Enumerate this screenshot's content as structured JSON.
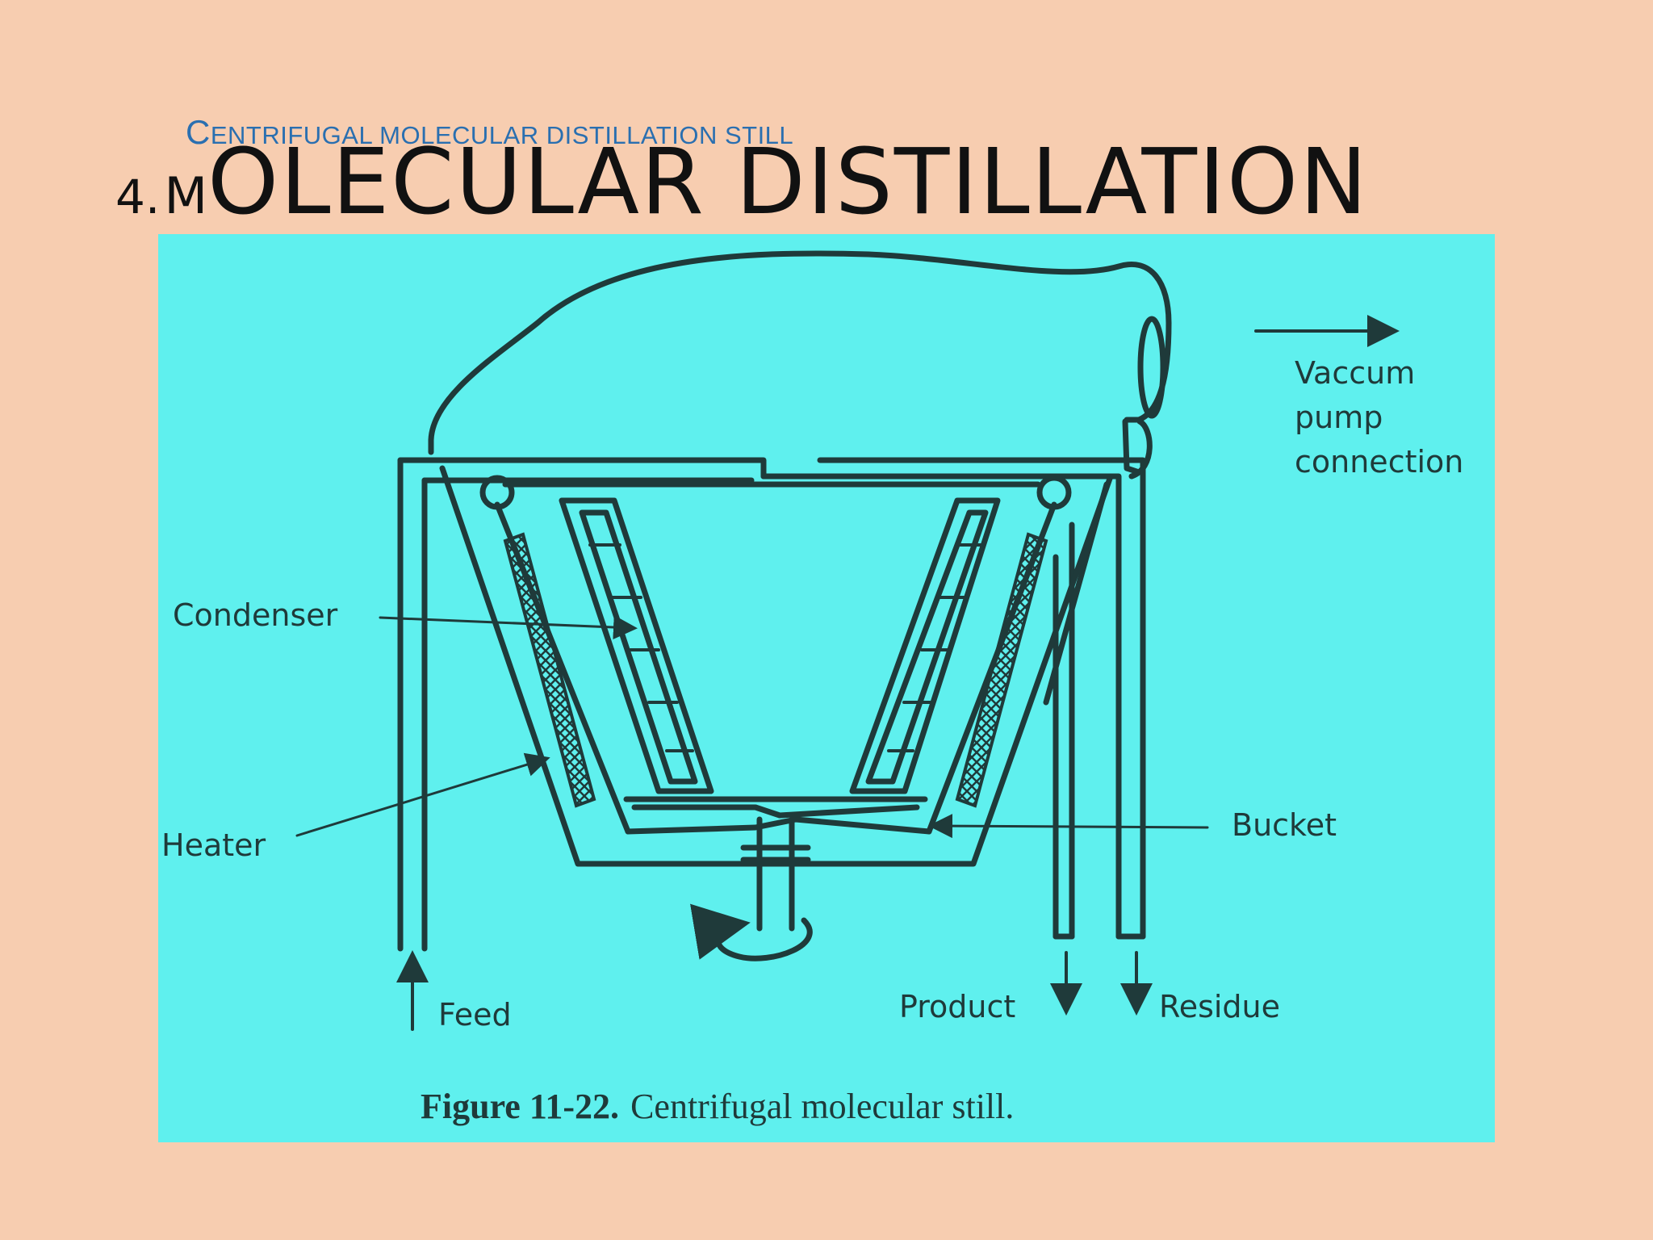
{
  "slide": {
    "subtitle_first": "C",
    "subtitle_rest": "ENTRIFUGAL MOLECULAR DISTILLATION STILL",
    "title_number": "4.",
    "title_small": "M",
    "title_big": "OLECULAR DISTILLATION"
  },
  "figure": {
    "labels": {
      "vacuum_line1": "Vaccum",
      "vacuum_line2": "pump",
      "vacuum_line3": "connection",
      "condenser": "Condenser",
      "heater": "Heater",
      "bucket": "Bucket",
      "feed": "Feed",
      "product": "Product",
      "residue": "Residue"
    },
    "caption_bold": "Figure 11-22.",
    "caption_text": "Centrifugal molecular still."
  },
  "colors": {
    "background": "#f7cdb0",
    "figure_background": "#5ff0ee",
    "line": "#1f3a3a",
    "subtitle": "#2a6fb0"
  }
}
